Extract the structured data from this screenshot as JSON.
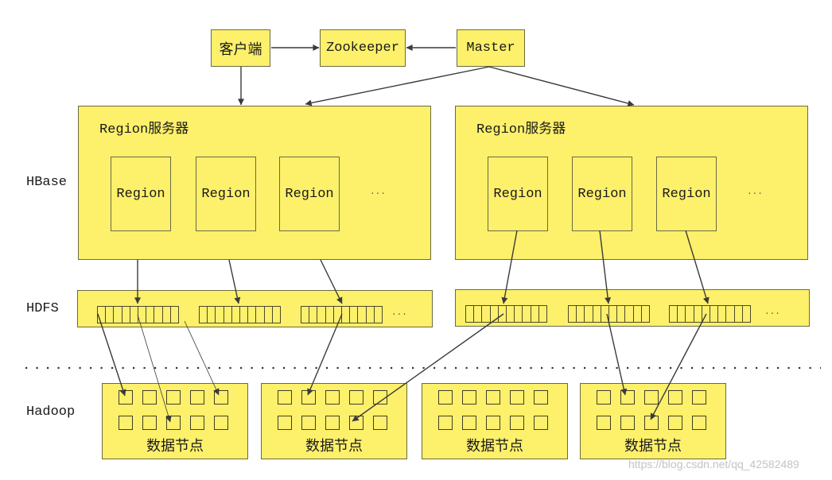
{
  "top": {
    "client": "客户端",
    "zookeeper": "Zookeeper",
    "master": "Master"
  },
  "layers": {
    "hbase": "HBase",
    "hdfs": "HDFS",
    "hadoop": "Hadoop"
  },
  "region_servers": [
    {
      "title": "Region服务器",
      "regions": [
        "Region",
        "Region",
        "Region"
      ],
      "more": "..."
    },
    {
      "title": "Region服务器",
      "regions": [
        "Region",
        "Region",
        "Region"
      ],
      "more": "..."
    }
  ],
  "hdfs": {
    "left_more": "...",
    "right_more": "..."
  },
  "data_nodes": [
    {
      "label": "数据节点"
    },
    {
      "label": "数据节点"
    },
    {
      "label": "数据节点"
    },
    {
      "label": "数据节点"
    }
  ],
  "watermark": "https://blog.csdn.net/qq_42582489",
  "colors": {
    "fill": "#FDF06B",
    "border": "#6a6a45",
    "arrow": "#3a3a3a",
    "watermark": "#c9c9c9"
  }
}
